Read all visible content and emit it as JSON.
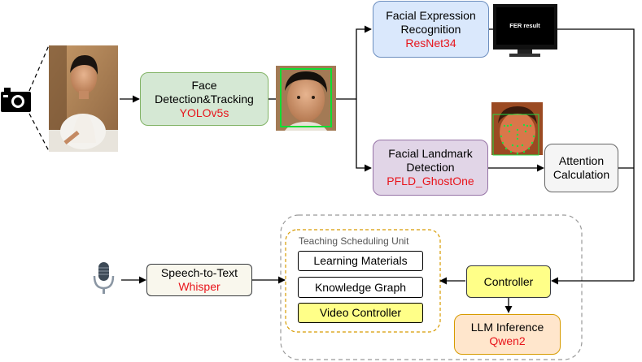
{
  "nodes": {
    "face_detect": {
      "label": "Face\nDetection&Tracking",
      "model": "YOLOv5s"
    },
    "fer": {
      "label": "Facial Expression\nRecognition",
      "model": "ResNet34"
    },
    "landmark": {
      "label": "Facial Landmark\nDetection",
      "model": "PFLD_GhostOne"
    },
    "attention": {
      "label": "Attention\nCalculation"
    },
    "speech": {
      "label": "Speech-to-Text",
      "model": "Whisper"
    },
    "controller": {
      "label": "Controller"
    },
    "llm": {
      "label": "LLM Inference",
      "model": "Qwen2"
    }
  },
  "teaching_unit": {
    "title": "Teaching Scheduling Unit",
    "items": [
      "Learning Materials",
      "Knowledge Graph",
      "Video Controller"
    ]
  },
  "monitor": {
    "text": "FER result"
  },
  "colors": {
    "accent_red": "#e8141b",
    "green_fill": "#d5e8d4",
    "blue_fill": "#dae8fc",
    "purple_fill": "#e1d5e7",
    "yellow_fill": "#ffff88",
    "orange_fill": "#ffe6cc",
    "landmark_green": "#22dd44"
  },
  "icons": [
    "camera-icon",
    "microphone-icon",
    "monitor-icon"
  ]
}
